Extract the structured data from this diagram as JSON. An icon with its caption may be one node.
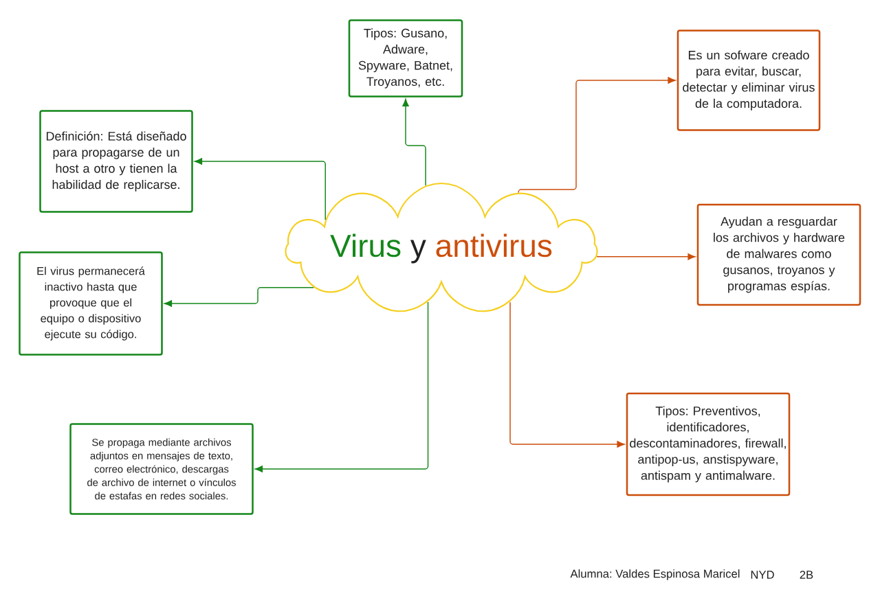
{
  "diagram": {
    "nodes": [
      {
        "text": [
          "Virus",
          "y",
          "antivirus"
        ]
      },
      {
        "text": [
          "Tipos: Gusano, Adware, Spyware, Batnet, Troyanos, etc."
        ]
      },
      {
        "text": [
          "Definición: Está diseñado para propagarse de un host a otro y tienen la habilidad de replicarse."
        ]
      },
      {
        "text": [
          "El virus permanecerá inactivo hasta que provoque que el equipo o dispositivo ejecute su código."
        ]
      },
      {
        "text": [
          "Se propaga mediante archivos adjuntos en mensajes de texto, correo electrónico, descargas de archivo de internet o vínculos de estafas en redes sociales."
        ]
      },
      {
        "text": [
          "Es un sofware creado para evitar, buscar, detectar y eliminar virus de la computadora."
        ]
      },
      {
        "text": [
          "Ayudan a resguardar los archivos y hardware de malwares como gusanos, troyanos y programas espías."
        ]
      },
      {
        "text": [
          "Tipos: Preventivos, identificadores, descontaminadores, firewall, antipop-us, anstispyware, antispam y antimalware."
        ]
      }
    ],
    "edges": [
      {
        "from": 0,
        "to": 1,
        "arrow": "to"
      },
      {
        "from": 0,
        "to": 2,
        "arrow": "to"
      },
      {
        "from": 0,
        "to": 3,
        "arrow": "to"
      },
      {
        "from": 0,
        "to": 4,
        "arrow": "to"
      },
      {
        "from": 0,
        "to": 5,
        "arrow": "to",
        "color": "#cc4e0a"
      },
      {
        "from": 0,
        "to": 6,
        "arrow": "to",
        "color": "#cc4e0a"
      },
      {
        "from": 0,
        "to": 7,
        "arrow": "to",
        "color": "#cc4e0a"
      }
    ],
    "labels": [
      "Alumna: Valdes Espinosa Maricel",
      "NYD",
      "2B"
    ]
  }
}
